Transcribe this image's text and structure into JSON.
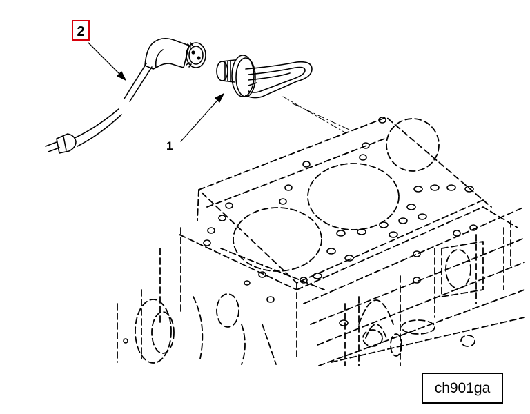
{
  "callouts": [
    {
      "label": "2",
      "part": "cord-and-plug"
    },
    {
      "label": "1",
      "part": "block-heater-element"
    }
  ],
  "figure_id": "ch901ga",
  "colors": {
    "callout_box": "#d8000b",
    "ink": "#000000"
  }
}
